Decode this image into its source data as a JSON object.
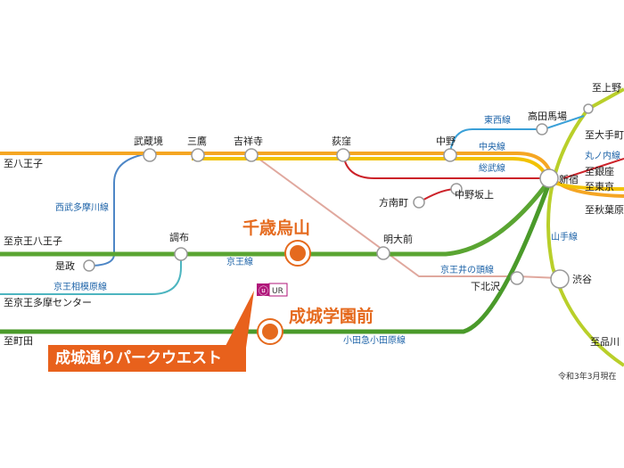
{
  "map": {
    "note": "令和3年3月現在",
    "highlights": {
      "chitose": "千歳烏山",
      "seijo": "成城学園前",
      "property": "成城通りパークウエスト"
    },
    "logo_text": "UR",
    "stations": {
      "musashisakai": "武蔵境",
      "mitaka": "三鷹",
      "kichijoji": "吉祥寺",
      "ogikubo": "荻窪",
      "nakano": "中野",
      "takadanobaba": "高田馬場",
      "shinjuku": "新宿",
      "nakanosakaue": "中野坂上",
      "honancho": "方南町",
      "chofu": "調布",
      "meidaimae": "明大前",
      "shimokitazawa": "下北沢",
      "shibuya": "渋谷",
      "koremasa": "是政"
    },
    "destinations": {
      "hachioji": "至八王子",
      "keio_hachioji": "至京王八王子",
      "keio_tama": "至京王多摩センター",
      "machida": "至町田",
      "ueno": "至上野",
      "otemachi": "至大手町",
      "ginza": "至銀座",
      "tokyo": "至東京",
      "akihabara": "至秋葉原",
      "shinagawa": "至品川"
    },
    "lines": {
      "tozai": "東西線",
      "chuo": "中央線",
      "marunouchi": "丸ノ内線",
      "sobu": "総武線",
      "seibu_tamagawa": "西武多摩川線",
      "keio": "京王線",
      "keio_sagamihara": "京王相模原線",
      "inokashira": "京王井の頭線",
      "yamanote": "山手線",
      "odakyu": "小田急小田原線"
    },
    "colors": {
      "chuo": "#f5a623",
      "sobu": "#f2c200",
      "keio": "#5aa532",
      "odakyu": "#4a9a2a",
      "yamanote": "#b9cf2a",
      "marunouchi": "#cc2229",
      "tozai": "#3aa0d8",
      "seibu_tamagawa": "#4d86c6",
      "keio_sagamihara": "#4db5c0",
      "inokashira": "#e0a89e",
      "highlight": "#e56a1e"
    }
  }
}
